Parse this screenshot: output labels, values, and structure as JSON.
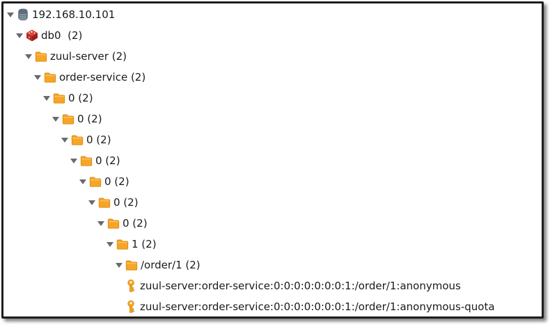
{
  "window": {
    "background": "#ffffff",
    "border_color": "#1d1d1d"
  },
  "colors": {
    "text": "#1a1a1a",
    "expander_triangle": "#6a6a6a",
    "folder_fill": "#f6a527",
    "folder_outline": "#d98b10",
    "key_fill": "#f7a71f",
    "key_outline": "#d8890e",
    "redis_red": "#c0392b",
    "server_gray": "#5d6e7d"
  },
  "tree": {
    "rows": [
      {
        "type": "server",
        "icon": "server-icon",
        "level": 0,
        "expanded": true,
        "label": "192.168.10.101"
      },
      {
        "type": "database",
        "icon": "redis-db-icon",
        "level": 1,
        "expanded": true,
        "label": "db0  (2)"
      },
      {
        "type": "folder",
        "icon": "folder-icon",
        "level": 2,
        "expanded": true,
        "label": "zuul-server (2)"
      },
      {
        "type": "folder",
        "icon": "folder-icon",
        "level": 3,
        "expanded": true,
        "label": "order-service (2)"
      },
      {
        "type": "folder",
        "icon": "folder-icon",
        "level": 4,
        "expanded": true,
        "label": "0 (2)"
      },
      {
        "type": "folder",
        "icon": "folder-icon",
        "level": 5,
        "expanded": true,
        "label": "0 (2)"
      },
      {
        "type": "folder",
        "icon": "folder-icon",
        "level": 6,
        "expanded": true,
        "label": "0 (2)"
      },
      {
        "type": "folder",
        "icon": "folder-icon",
        "level": 7,
        "expanded": true,
        "label": "0 (2)"
      },
      {
        "type": "folder",
        "icon": "folder-icon",
        "level": 8,
        "expanded": true,
        "label": "0 (2)"
      },
      {
        "type": "folder",
        "icon": "folder-icon",
        "level": 9,
        "expanded": true,
        "label": "0 (2)"
      },
      {
        "type": "folder",
        "icon": "folder-icon",
        "level": 10,
        "expanded": true,
        "label": "0 (2)"
      },
      {
        "type": "folder",
        "icon": "folder-icon",
        "level": 11,
        "expanded": true,
        "label": "1 (2)"
      },
      {
        "type": "folder",
        "icon": "folder-icon",
        "level": 12,
        "expanded": true,
        "label": "/order/1 (2)"
      },
      {
        "type": "key",
        "icon": "key-icon",
        "level": 13,
        "expanded": false,
        "label": "zuul-server:order-service:0:0:0:0:0:0:0:1:/order/1:anonymous"
      },
      {
        "type": "key",
        "icon": "key-icon",
        "level": 13,
        "expanded": false,
        "label": "zuul-server:order-service:0:0:0:0:0:0:0:1:/order/1:anonymous-quota"
      }
    ]
  }
}
